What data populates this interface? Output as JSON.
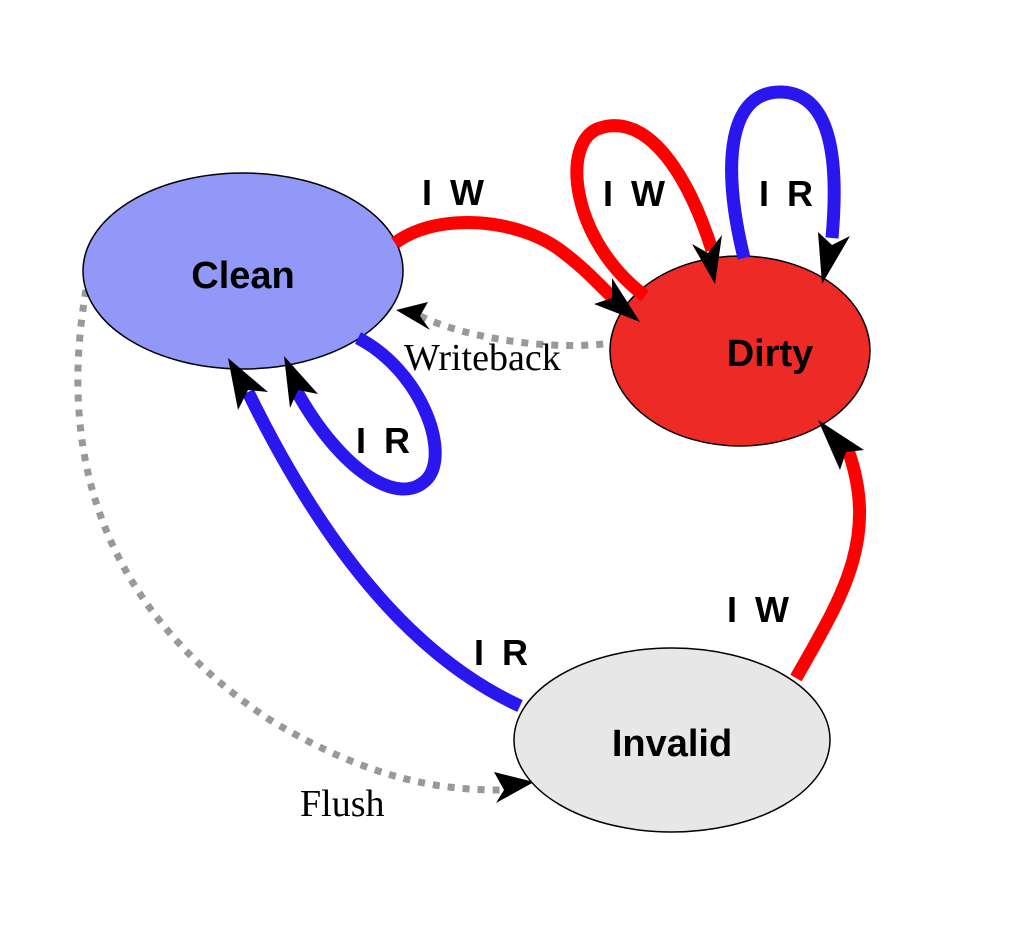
{
  "colors": {
    "clean": "#9198f8",
    "dirty": "#ee2a26",
    "invalid": "#e6e7e6",
    "write": "#ff0000",
    "read": "#2a16ee",
    "dashed": "#999999",
    "arrowhead": "#000000"
  },
  "states": {
    "clean": {
      "label": "Clean"
    },
    "dirty": {
      "label": "Dirty"
    },
    "invalid": {
      "label": "Invalid"
    }
  },
  "edges": {
    "clean_to_dirty": {
      "label": "I W"
    },
    "dirty_self_write": {
      "label": "I W"
    },
    "dirty_self_read": {
      "label": "I R"
    },
    "clean_self_read": {
      "label": "I R"
    },
    "invalid_to_clean": {
      "label": "I R"
    },
    "invalid_to_dirty": {
      "label": "I W"
    },
    "dirty_to_clean": {
      "label": "Writeback"
    },
    "clean_to_invalid": {
      "label": "Flush"
    }
  }
}
